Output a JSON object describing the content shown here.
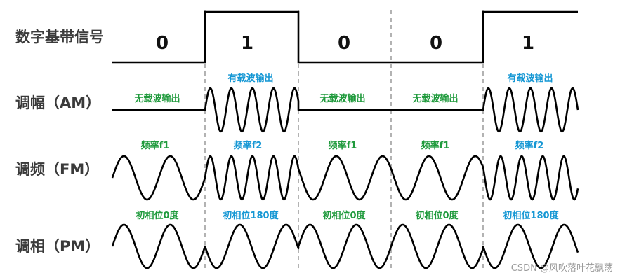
{
  "rows": {
    "digital": "数字基带信号",
    "am": "调幅（AM）",
    "fm": "调频（FM）",
    "pm": "调相（PM）"
  },
  "bits": [
    "0",
    "1",
    "0",
    "0",
    "1"
  ],
  "am_annotations": [
    "无载波输出",
    "有载波输出",
    "无载波输出",
    "无载波输出",
    "有载波输出"
  ],
  "fm_annotations": [
    "频率f1",
    "频率f2",
    "频率f1",
    "频率f1",
    "频率f2"
  ],
  "pm_annotations": [
    "初相位0度",
    "初相位180度",
    "初相位0度",
    "初相位0度",
    "初相位180度"
  ],
  "colors": {
    "green": "#1f9a3c",
    "blue": "#1597d4",
    "signal": "#000000",
    "divider": "#a0a0a0",
    "label": "#3a3a3a"
  },
  "watermark": "CSDN @风吹落叶花飘荡"
}
